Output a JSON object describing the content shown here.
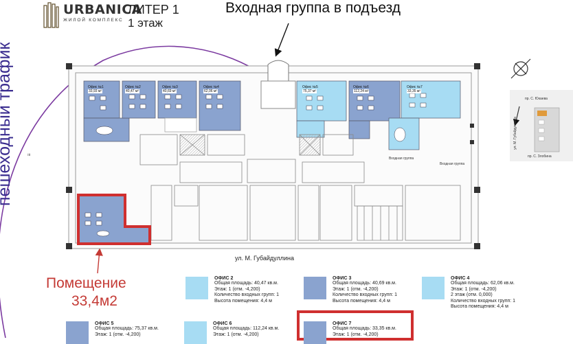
{
  "header": {
    "brand": "URBANICA",
    "brand_sub": "ЖИЛОЙ КОМПЛЕКС",
    "liter": "ЛИТЕР 1",
    "floor": "1 этаж",
    "entrance": "Входная группа в подъезд"
  },
  "traffic_label": "пешеходный трафик",
  "traffic_mark": "≡",
  "street": "ул.  М. Губайдуллина",
  "premise": {
    "line1": "Помещение",
    "line2": "33,4м2"
  },
  "plan": {
    "rooms": [
      {
        "label": "Офис №1",
        "area": "33,93 м²"
      },
      {
        "label": "Офис №2",
        "area": "40,47 м²"
      },
      {
        "label": "Офис №3",
        "area": "40,69 м²"
      },
      {
        "label": "Офис №4",
        "area": "62,06 м²"
      },
      {
        "label": "Офис №5",
        "area": "75,37 м²"
      },
      {
        "label": "Офис №6",
        "area": "112,24 м²"
      },
      {
        "label": "Офис №7",
        "area": "33,35 м²"
      }
    ],
    "entrance_a": "Входная группа",
    "entrance_b": "Входная группа"
  },
  "legend": [
    {
      "title": "ОФИС 2",
      "lines": [
        "Общая площадь: 40,47 кв.м.",
        "Этаж: 1 (отм. -4,200)",
        "Количество входных групп: 1",
        "Высота помещения: 4,4 м"
      ],
      "color": "#a7dcf3"
    },
    {
      "title": "ОФИС 3",
      "lines": [
        "Общая площадь: 40,69 кв.м.",
        "Этаж: 1 (отм. -4,200)",
        "Количество входных групп: 1",
        "Высота помещения: 4,4 м"
      ],
      "color": "#8aa3cf"
    },
    {
      "title": "ОФИС 4",
      "lines": [
        "Общая площадь: 62,06 кв.м.",
        "Этаж: 1 (отм. -4,200)",
        "2 этаж (отм. 0,000)",
        "Количество входных групп: 1",
        "Высота помещения: 4,4 м"
      ],
      "color": "#a7dcf3"
    },
    {
      "title": "ОФИС 5",
      "lines": [
        "Общая площадь: 75,37 кв.м.",
        "Этаж: 1 (отм. -4,200)"
      ],
      "color": "#8aa3cf"
    },
    {
      "title": "ОФИС 6",
      "lines": [
        "Общая площадь: 112,24 кв.м.",
        "Этаж: 1 (отм. -4,200)"
      ],
      "color": "#a7dcf3"
    },
    {
      "title": "ОФИС 7",
      "lines": [
        "Общая площадь: 33,35 кв.м.",
        "Этаж: 1 (отм. -4,200)"
      ],
      "color": "#8aa3cf"
    }
  ],
  "minimap": {
    "street_top": "пр. С. Юкаева",
    "street_side": "ул. М. Губайдуллина",
    "street_bottom": "пр. С. Злобина"
  },
  "colors": {
    "office_dark": "#8aa3cf",
    "office_light": "#a7dcf3",
    "highlight": "#cf2f2f",
    "arrow": "#7b3aa0",
    "traffic_text": "#3a2c8f"
  }
}
